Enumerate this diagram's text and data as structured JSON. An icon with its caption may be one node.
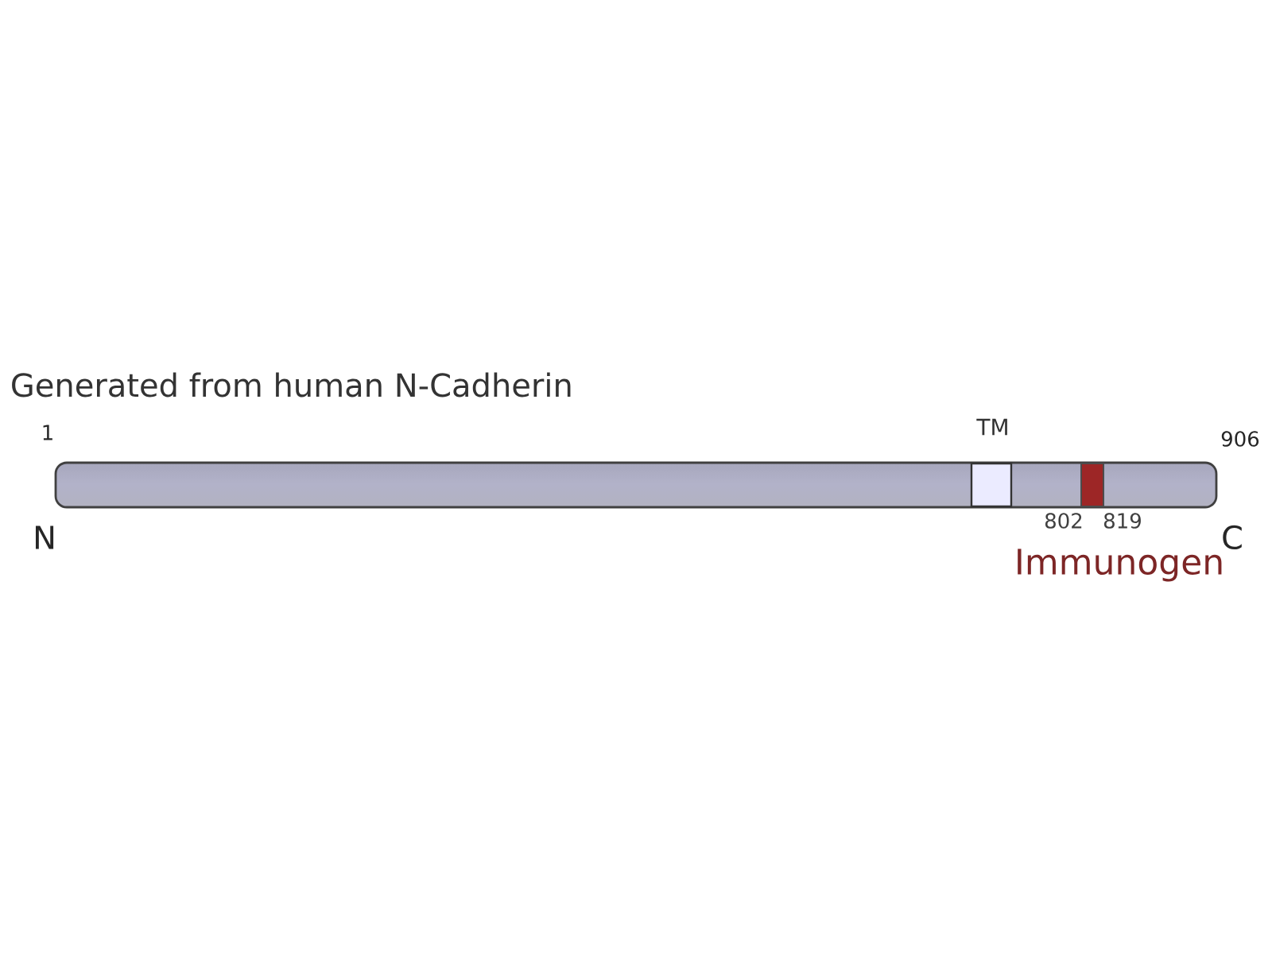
{
  "diagram": {
    "title": "Generated from human N-Cadherin",
    "nodes": [
      {
        "text": [],
        "shape": "bar"
      },
      {
        "text": [
          "TM"
        ],
        "in": 0
      },
      {
        "text": [
          "Immunogen"
        ],
        "in": 0,
        "beside": [
          "802",
          "819"
        ]
      }
    ],
    "labels": [
      "1",
      "906",
      "N",
      "C"
    ]
  }
}
